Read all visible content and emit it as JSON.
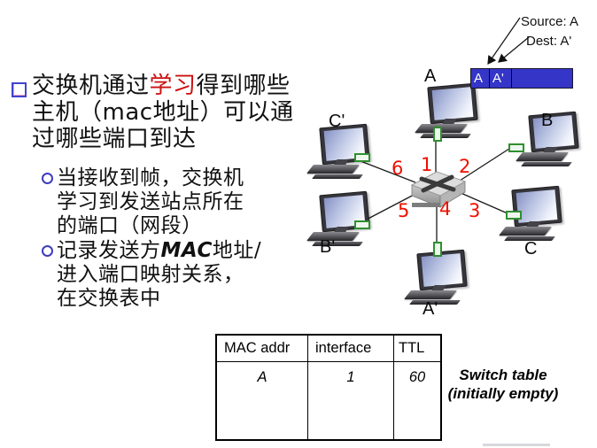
{
  "slide": {
    "bullet1": {
      "l1a": "交换机通过",
      "l1b": "学习",
      "l1c": "得到哪些",
      "l2a": "主机（",
      "l2b": "mac",
      "l2c": "地址）可以通",
      "l3": "过哪些端口到达"
    },
    "sub1": {
      "l1": "当接收到帧，交换机",
      "l2": "学习到发送站点所在",
      "l3": "的端口（网段）"
    },
    "sub2": {
      "l1a": "记录发送方",
      "l1b": "MAC",
      "l1c": "地址/",
      "l2": "进入端口映射关系，",
      "l3": "在交换表中"
    }
  },
  "diagram": {
    "source_label": "Source: A",
    "dest_label": "Dest: A'",
    "frame": {
      "src": "A",
      "dst": "A'"
    },
    "hosts": {
      "a": "A",
      "b": "B",
      "c": "C",
      "a2": "A'",
      "b2": "B'",
      "c2": "C'"
    },
    "ports": {
      "p1": "1",
      "p2": "2",
      "p3": "3",
      "p4": "4",
      "p5": "5",
      "p6": "6"
    },
    "colors": {
      "frame_blue": "#3535c8",
      "port_red": "#ee1100",
      "learn_red": "#cc1111",
      "nic_green": "#2f8f2f"
    }
  },
  "table": {
    "headers": [
      "MAC addr",
      "interface",
      "TTL"
    ],
    "row": [
      "A",
      "1",
      "60"
    ],
    "caption1": "Switch table",
    "caption2": "(initially empty)"
  }
}
